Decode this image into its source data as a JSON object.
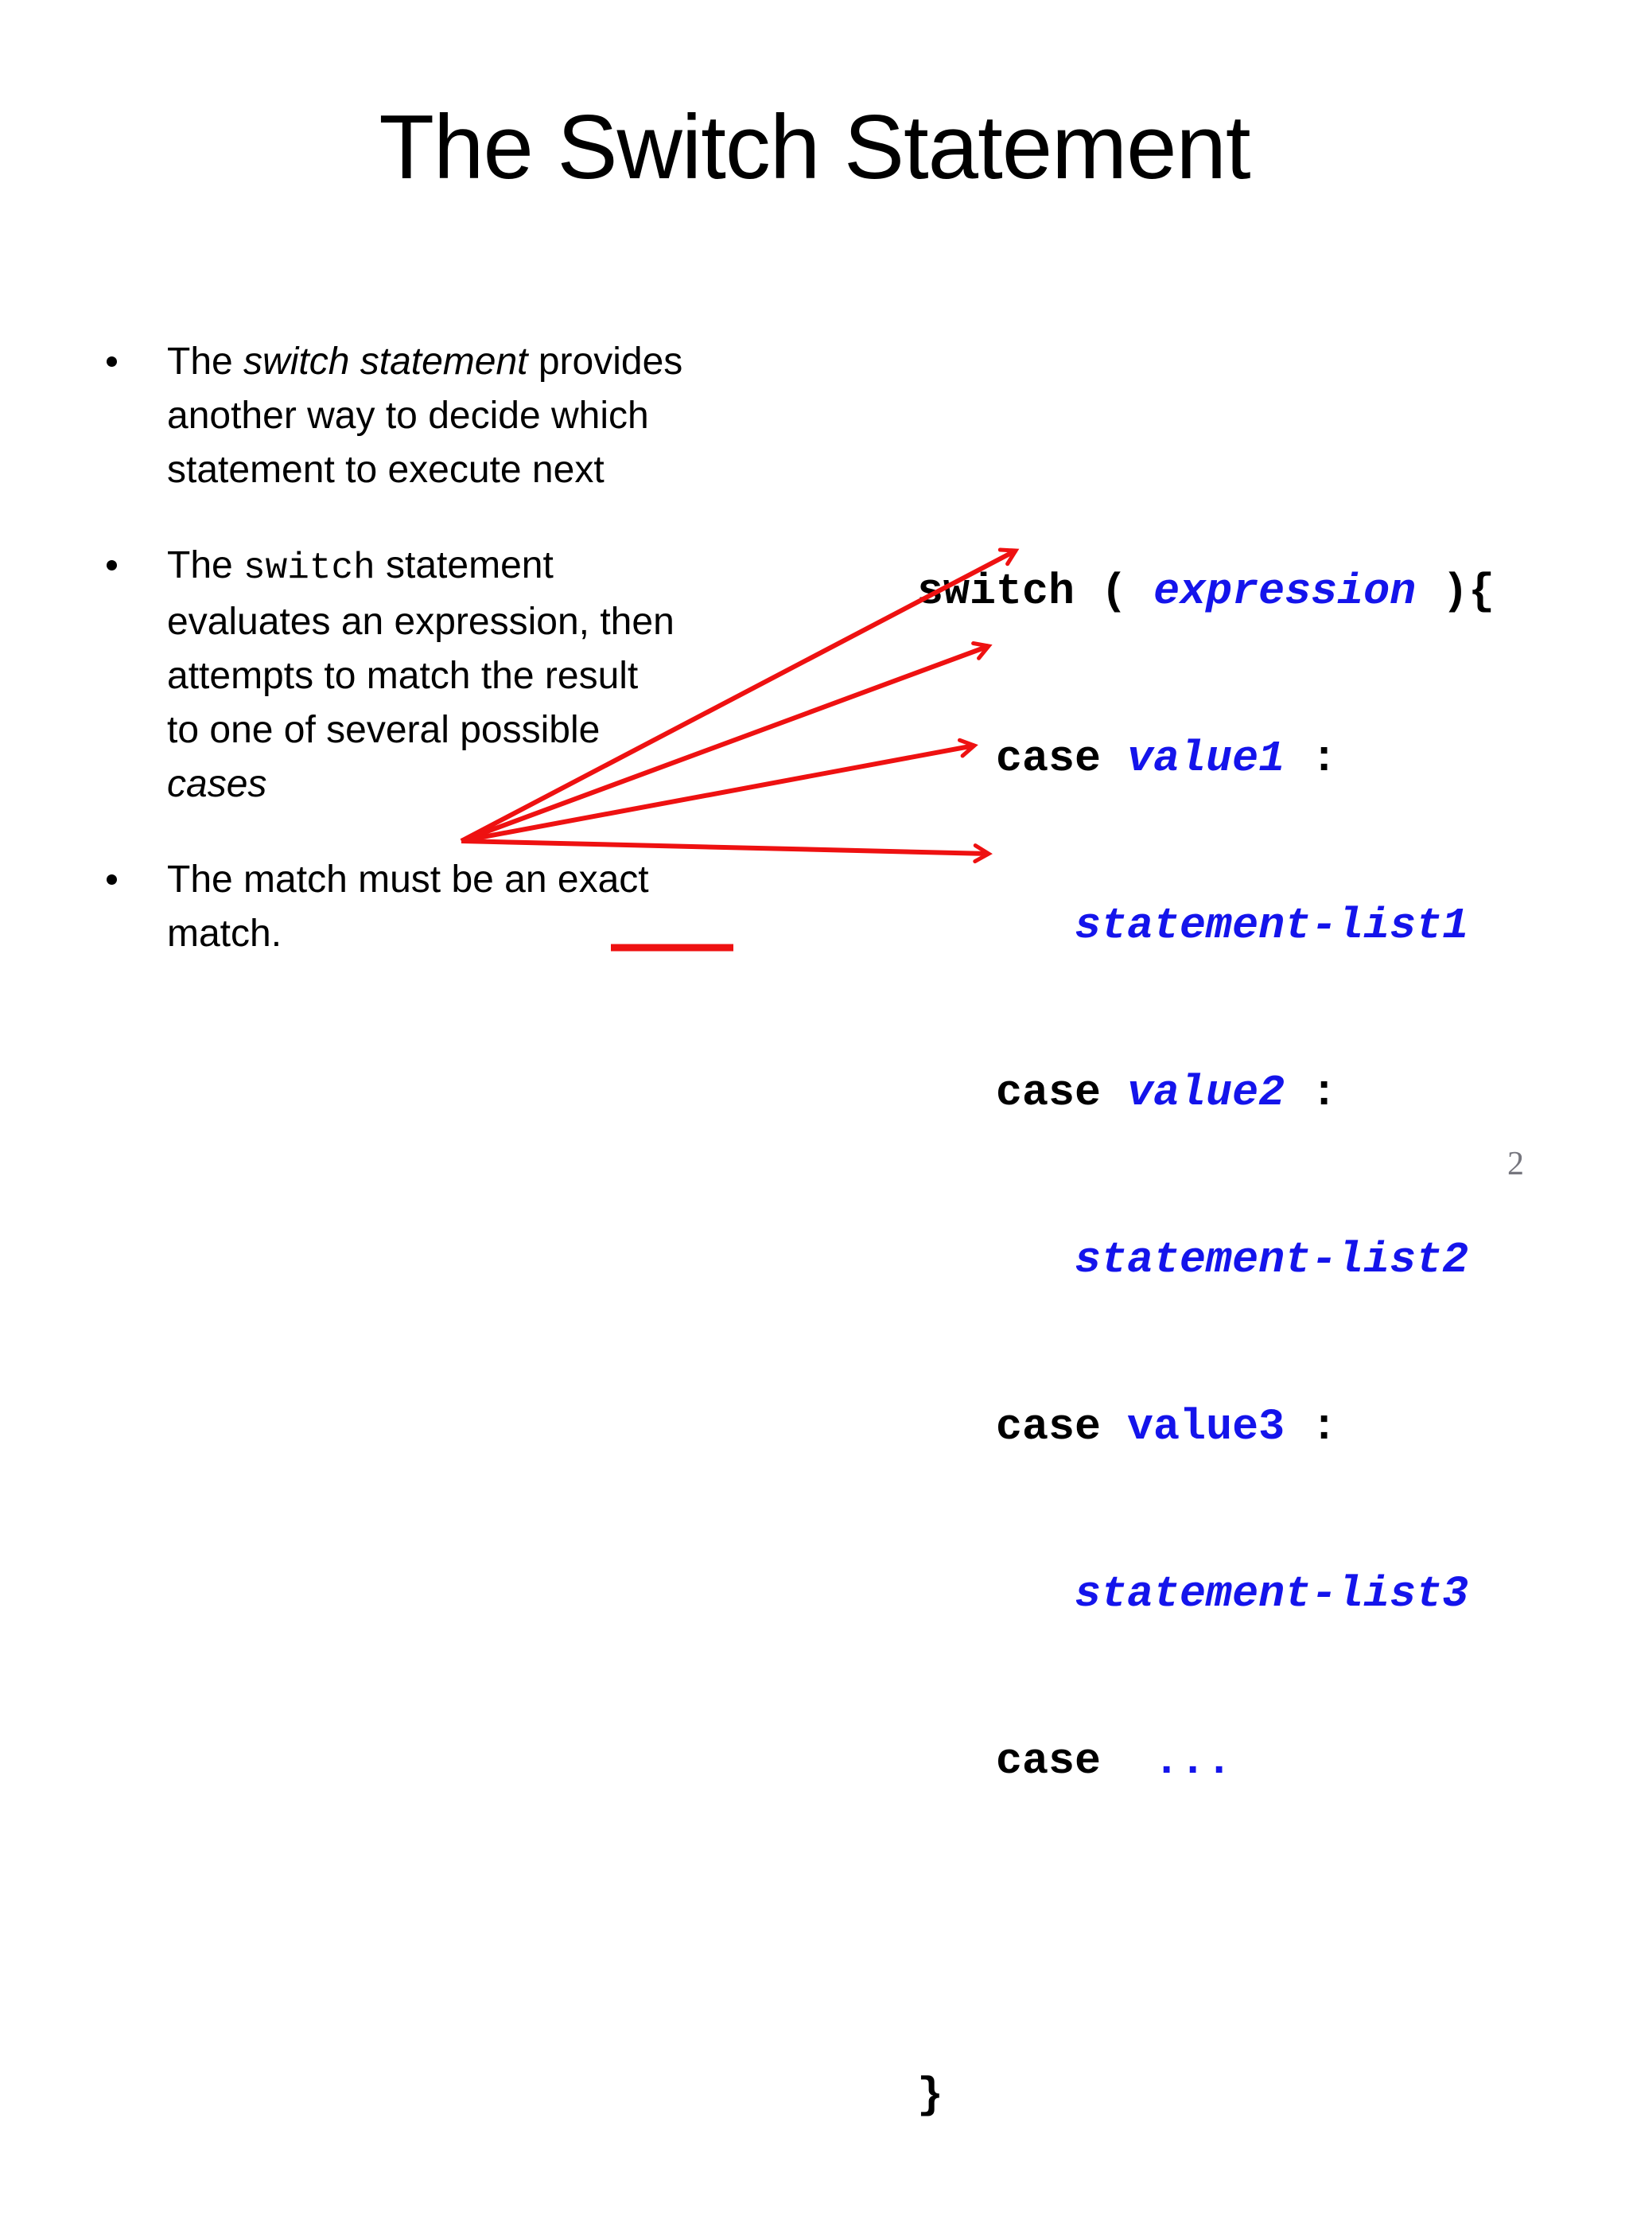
{
  "slide": {
    "title": "The Switch Statement",
    "page_number": "2",
    "bullets": [
      {
        "segments": [
          {
            "t": "The ",
            "s": "plain"
          },
          {
            "t": "switch statement",
            "s": "italic"
          },
          {
            "t": " provides\nanother way to decide which\nstatement to execute next",
            "s": "plain"
          }
        ]
      },
      {
        "segments": [
          {
            "t": "The ",
            "s": "plain"
          },
          {
            "t": "switch",
            "s": "mono"
          },
          {
            "t": " statement\nevaluates an expression, then\nattempts to match the result\nto one of several possible\n",
            "s": "plain"
          },
          {
            "t": "cases",
            "s": "italic"
          }
        ]
      },
      {
        "segments": [
          {
            "t": "The match must be an exact\nmatch.",
            "s": "plain"
          }
        ]
      }
    ],
    "code": {
      "lines": [
        {
          "segments": [
            {
              "t": "switch ( ",
              "s": "code"
            },
            {
              "t": "expression",
              "s": "code-blue-italic"
            },
            {
              "t": " ){",
              "s": "code"
            }
          ]
        },
        {
          "segments": [
            {
              "t": "   case ",
              "s": "code"
            },
            {
              "t": "value1",
              "s": "code-blue-italic"
            },
            {
              "t": " :",
              "s": "code"
            }
          ]
        },
        {
          "segments": [
            {
              "t": "      statement-list1",
              "s": "code-blue-italic"
            }
          ]
        },
        {
          "segments": [
            {
              "t": "   case ",
              "s": "code"
            },
            {
              "t": "value2",
              "s": "code-blue-italic"
            },
            {
              "t": " :",
              "s": "code"
            }
          ]
        },
        {
          "segments": [
            {
              "t": "      statement-list2",
              "s": "code-blue-italic"
            }
          ]
        },
        {
          "segments": [
            {
              "t": "   case ",
              "s": "code"
            },
            {
              "t": "value3",
              "s": "code-blue"
            },
            {
              "t": " :",
              "s": "code"
            }
          ]
        },
        {
          "segments": [
            {
              "t": "      statement-list3",
              "s": "code-blue-italic"
            }
          ]
        },
        {
          "segments": [
            {
              "t": "   case  ",
              "s": "code"
            },
            {
              "t": "...",
              "s": "code-blue"
            }
          ]
        },
        {
          "segments": []
        },
        {
          "segments": [
            {
              "t": "}",
              "s": "code"
            }
          ]
        }
      ]
    },
    "colors": {
      "text": "#000000",
      "code_blue": "#1414EB",
      "accent_red": "#EE1111",
      "page_gray": "#76767E",
      "background": "#FFFFFF"
    }
  }
}
